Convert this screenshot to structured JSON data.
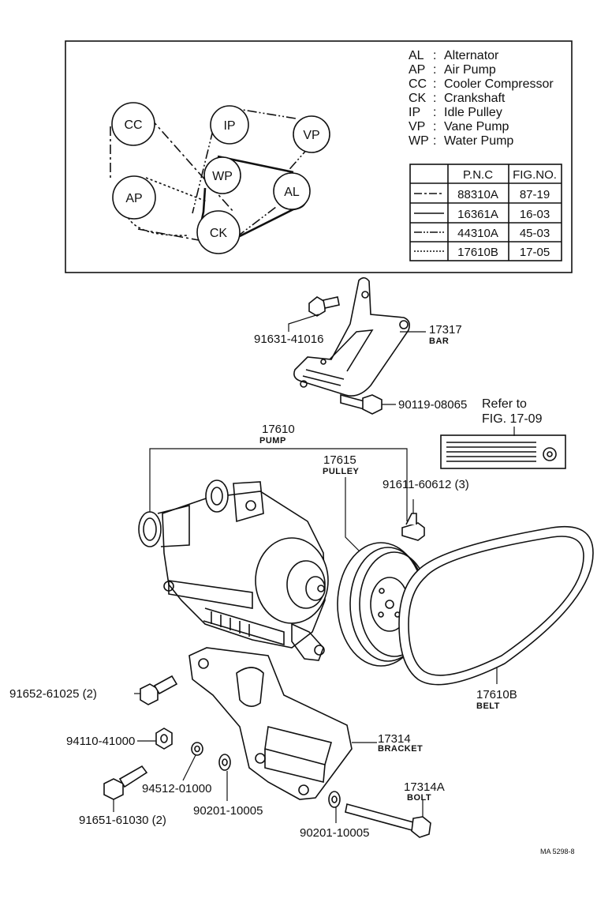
{
  "legend": {
    "items": [
      {
        "code": "AL",
        "sep": ":",
        "name": "Alternator"
      },
      {
        "code": "AP",
        "sep": ":",
        "name": "Air Pump"
      },
      {
        "code": "CC",
        "sep": ":",
        "name": "Cooler Compressor"
      },
      {
        "code": "CK",
        "sep": ":",
        "name": "Crankshaft"
      },
      {
        "code": "IP",
        "sep": ":",
        "name": "Idle Pulley"
      },
      {
        "code": "VP",
        "sep": ":",
        "name": "Vane Pump"
      },
      {
        "code": "WP",
        "sep": ":",
        "name": "Water Pump"
      }
    ]
  },
  "belt_table": {
    "headers": [
      "",
      "P.N.C",
      "FIG.NO."
    ],
    "rows": [
      {
        "line_style": "dash-dot",
        "pnc": "88310A",
        "fig": "87-19"
      },
      {
        "line_style": "solid",
        "pnc": "16361A",
        "fig": "16-03"
      },
      {
        "line_style": "dash-dot-dot",
        "pnc": "44310A",
        "fig": "45-03"
      },
      {
        "line_style": "dotted",
        "pnc": "17610B",
        "fig": "17-05"
      }
    ]
  },
  "pulley_nodes": [
    {
      "id": "CC",
      "label": "CC"
    },
    {
      "id": "IP",
      "label": "IP"
    },
    {
      "id": "VP",
      "label": "VP"
    },
    {
      "id": "WP",
      "label": "WP"
    },
    {
      "id": "AL",
      "label": "AL"
    },
    {
      "id": "AP",
      "label": "AP"
    },
    {
      "id": "CK",
      "label": "CK"
    }
  ],
  "parts": {
    "bar": {
      "number": "17317",
      "name": "BAR"
    },
    "bolt_bar_top": {
      "number": "91631-41016"
    },
    "bolt_bar_side": {
      "number": "90119-08065"
    },
    "refer": {
      "line1": "Refer to",
      "line2": "FIG. 17-09"
    },
    "pump": {
      "number": "17610",
      "name": "PUMP"
    },
    "pulley": {
      "number": "17615",
      "name": "PULLEY"
    },
    "pulley_bolt": {
      "number": "91611-60612 (3)"
    },
    "belt": {
      "number": "17610B",
      "name": "BELT"
    },
    "bolt_a": {
      "number": "91652-61025 (2)"
    },
    "nut": {
      "number": "94110-41000"
    },
    "washer_small": {
      "number": "94512-01000"
    },
    "bolt_b": {
      "number": "91651-61030 (2)"
    },
    "washer_1": {
      "number": "90201-10005"
    },
    "washer_2": {
      "number": "90201-10005"
    },
    "bracket": {
      "number": "17314",
      "name": "BRACKET"
    },
    "bracket_bolt": {
      "number": "17314A",
      "name": "BOLT"
    }
  },
  "stamp": "MA 5298-8",
  "colors": {
    "ink": "#111111",
    "paper": "#ffffff"
  }
}
